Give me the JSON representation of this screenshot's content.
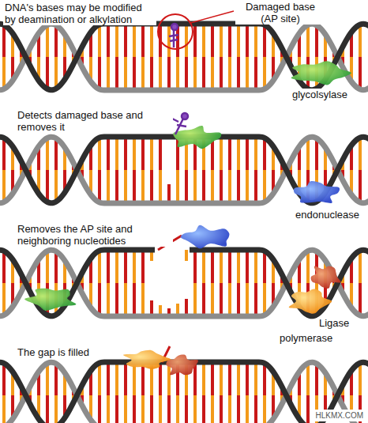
{
  "diagram": {
    "labels": [
      "DNA's bases may be modified by deamination or alkylation",
      "Damaged base (AP site)",
      "glycolsylase",
      "Detects damaged base and removes it",
      "endonuclease",
      "Removes the AP site and neighboring nucleotides",
      "Ligase",
      "polymerase",
      "The gap is filled",
      "HLKMX.COM"
    ]
  }
}
